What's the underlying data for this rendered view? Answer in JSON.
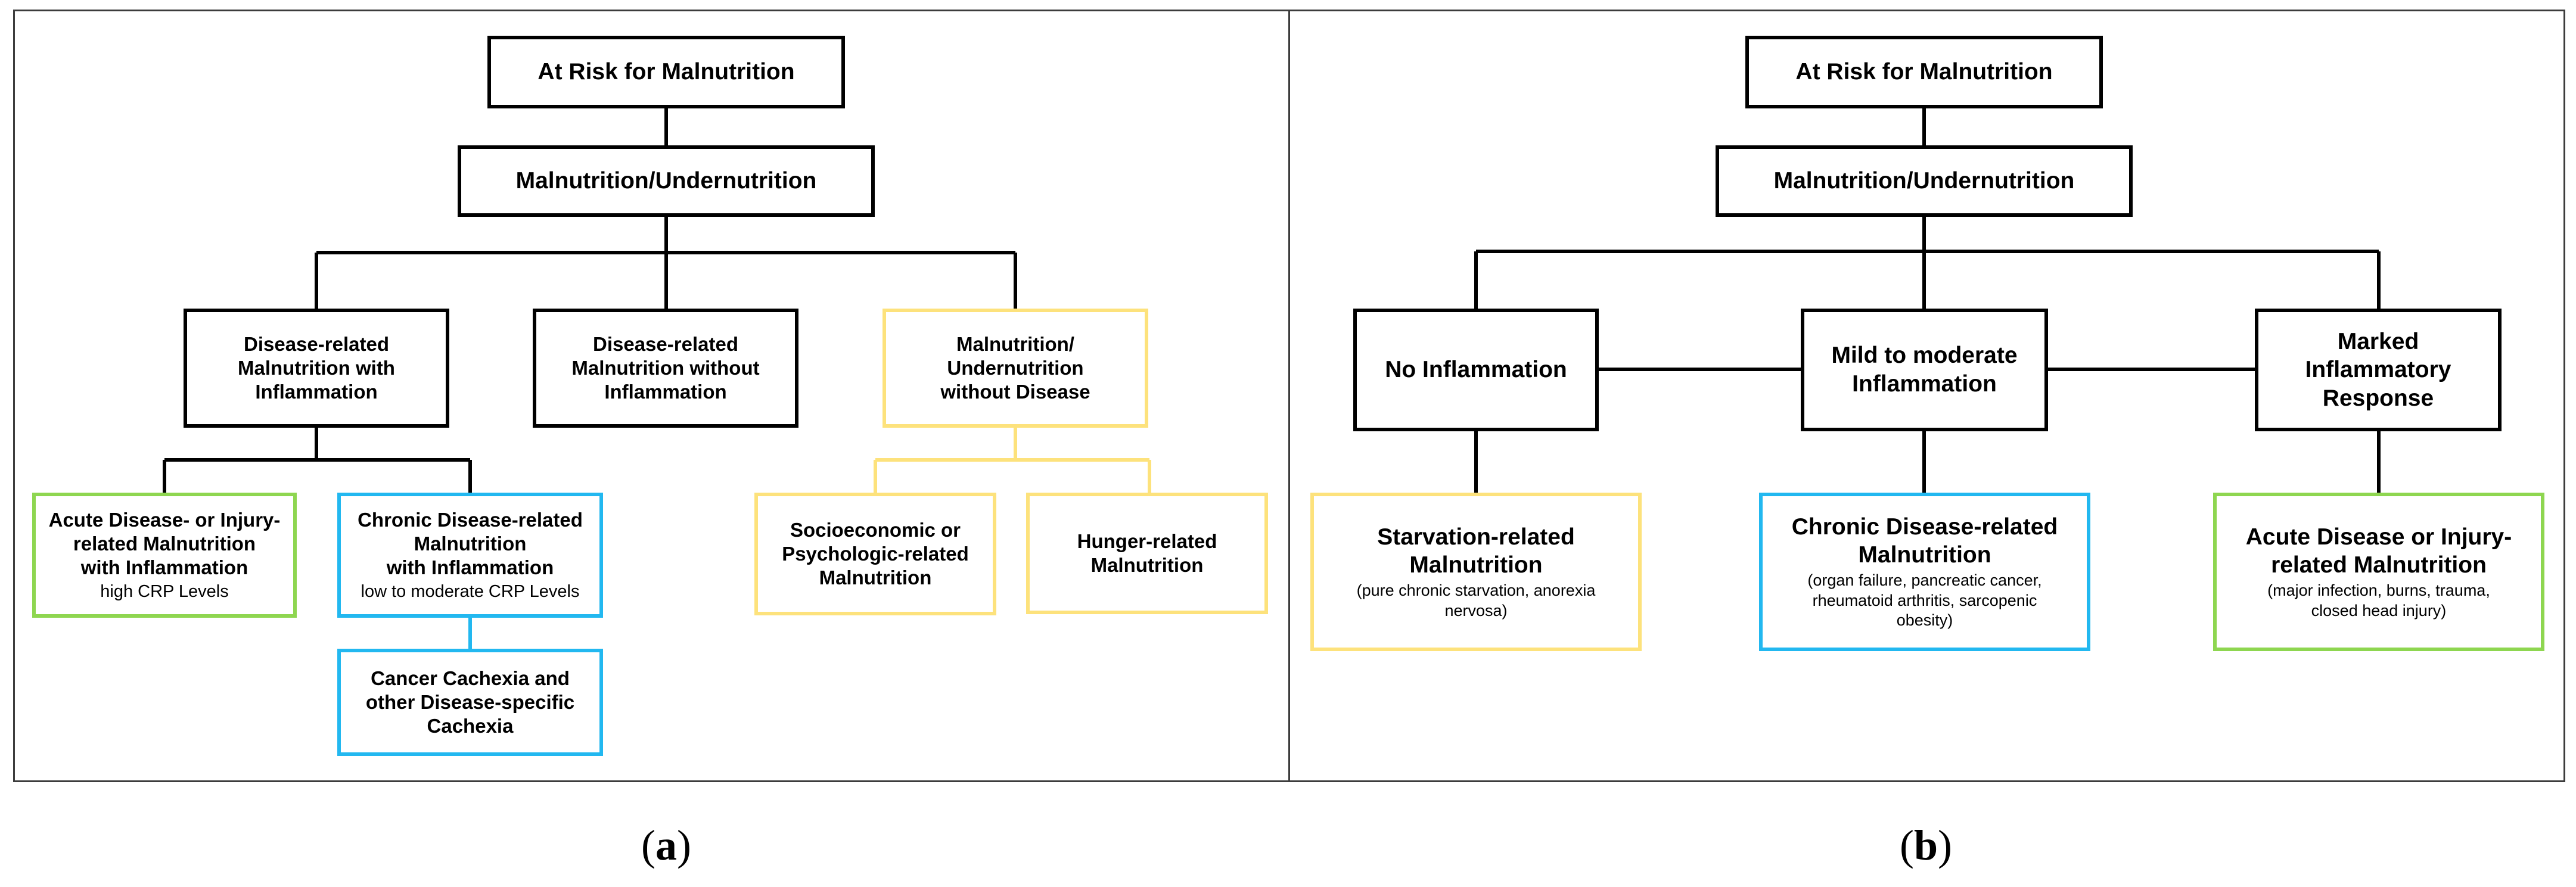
{
  "colors": {
    "black": "#000000",
    "green": "#8ed650",
    "blue": "#22b8f0",
    "yellow": "#fde27c",
    "frame": "#3c3c3c"
  },
  "panel_a": {
    "caption_letter": "a",
    "top": "At Risk for Malnutrition",
    "second": "Malnutrition/Undernutrition",
    "with_inflammation": "Disease-related\nMalnutrition with\nInflammation",
    "without_inflammation": "Disease-related\nMalnutrition without\nInflammation",
    "without_disease": "Malnutrition/\nUndernutrition\nwithout Disease",
    "acute": {
      "title": "Acute Disease- or Injury-\nrelated Malnutrition\nwith Inflammation",
      "note": "high CRP Levels"
    },
    "chronic": {
      "title": "Chronic Disease-related\nMalnutrition\nwith Inflammation",
      "note": "low to moderate CRP Levels"
    },
    "cachexia": "Cancer Cachexia and\nother Disease-specific\nCachexia",
    "socioeconomic": "Socioeconomic or\nPsychologic-related\nMalnutrition",
    "hunger": "Hunger-related\nMalnutrition"
  },
  "panel_b": {
    "caption_letter": "b",
    "top": "At Risk for Malnutrition",
    "second": "Malnutrition/Undernutrition",
    "no_inflammation": "No Inflammation",
    "mild_inflammation": "Mild to moderate\nInflammation",
    "marked_response": "Marked\nInflammatory\nResponse",
    "starvation": {
      "title": "Starvation-related\nMalnutrition",
      "note": "(pure chronic starvation, anorexia\nnervosa)"
    },
    "chronic": {
      "title": "Chronic Disease-related\nMalnutrition",
      "note": "(organ failure, pancreatic cancer,\nrheumatoid arthritis, sarcopenic\nobesity)"
    },
    "acute": {
      "title": "Acute Disease or Injury-\nrelated Malnutrition",
      "note": "(major infection, burns, trauma,\nclosed head injury)"
    }
  }
}
